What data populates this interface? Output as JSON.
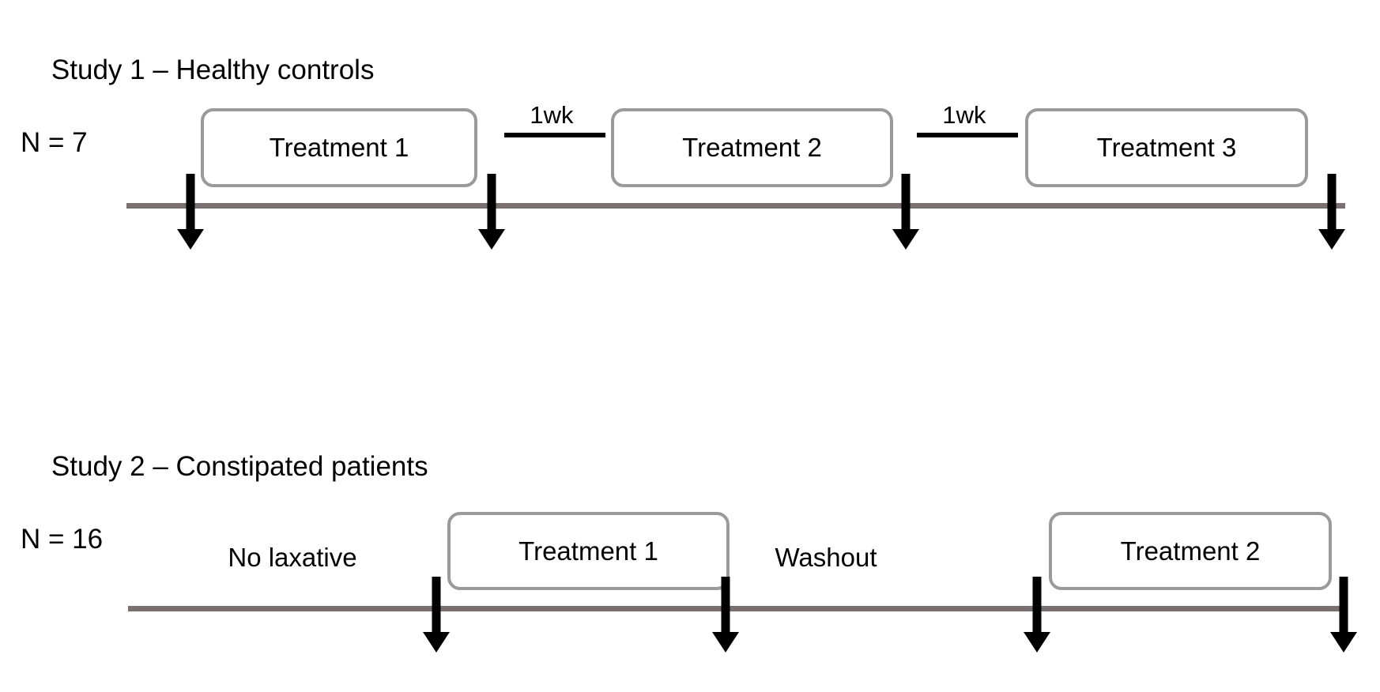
{
  "figure": {
    "kind": "study-design-timeline",
    "background_color": "#ffffff",
    "timeline_color": "#7a7070",
    "box_border_color": "#9a9a9a",
    "arrow_color": "#000000"
  },
  "studies": [
    {
      "id": "study-1",
      "heading_line1": "Study 1 – Healthy controls",
      "heading_line2": "N = 7",
      "phases": [
        {
          "label": "Treatment 1",
          "boxed": true
        },
        {
          "label": "Treatment 2",
          "boxed": true
        },
        {
          "label": "Treatment 3",
          "boxed": true
        }
      ],
      "intervals": [
        {
          "label": "1wk"
        },
        {
          "label": "1wk"
        }
      ],
      "event_marker_count": 4
    },
    {
      "id": "study-2",
      "heading_line1": "Study 2 – Constipated patients",
      "heading_line2": "N = 16",
      "phases": [
        {
          "label": "No laxative",
          "boxed": false
        },
        {
          "label": "Treatment 1",
          "boxed": true
        },
        {
          "label": "Washout",
          "boxed": false
        },
        {
          "label": "Treatment 2",
          "boxed": true
        }
      ],
      "intervals": [],
      "event_marker_count": 4
    }
  ]
}
